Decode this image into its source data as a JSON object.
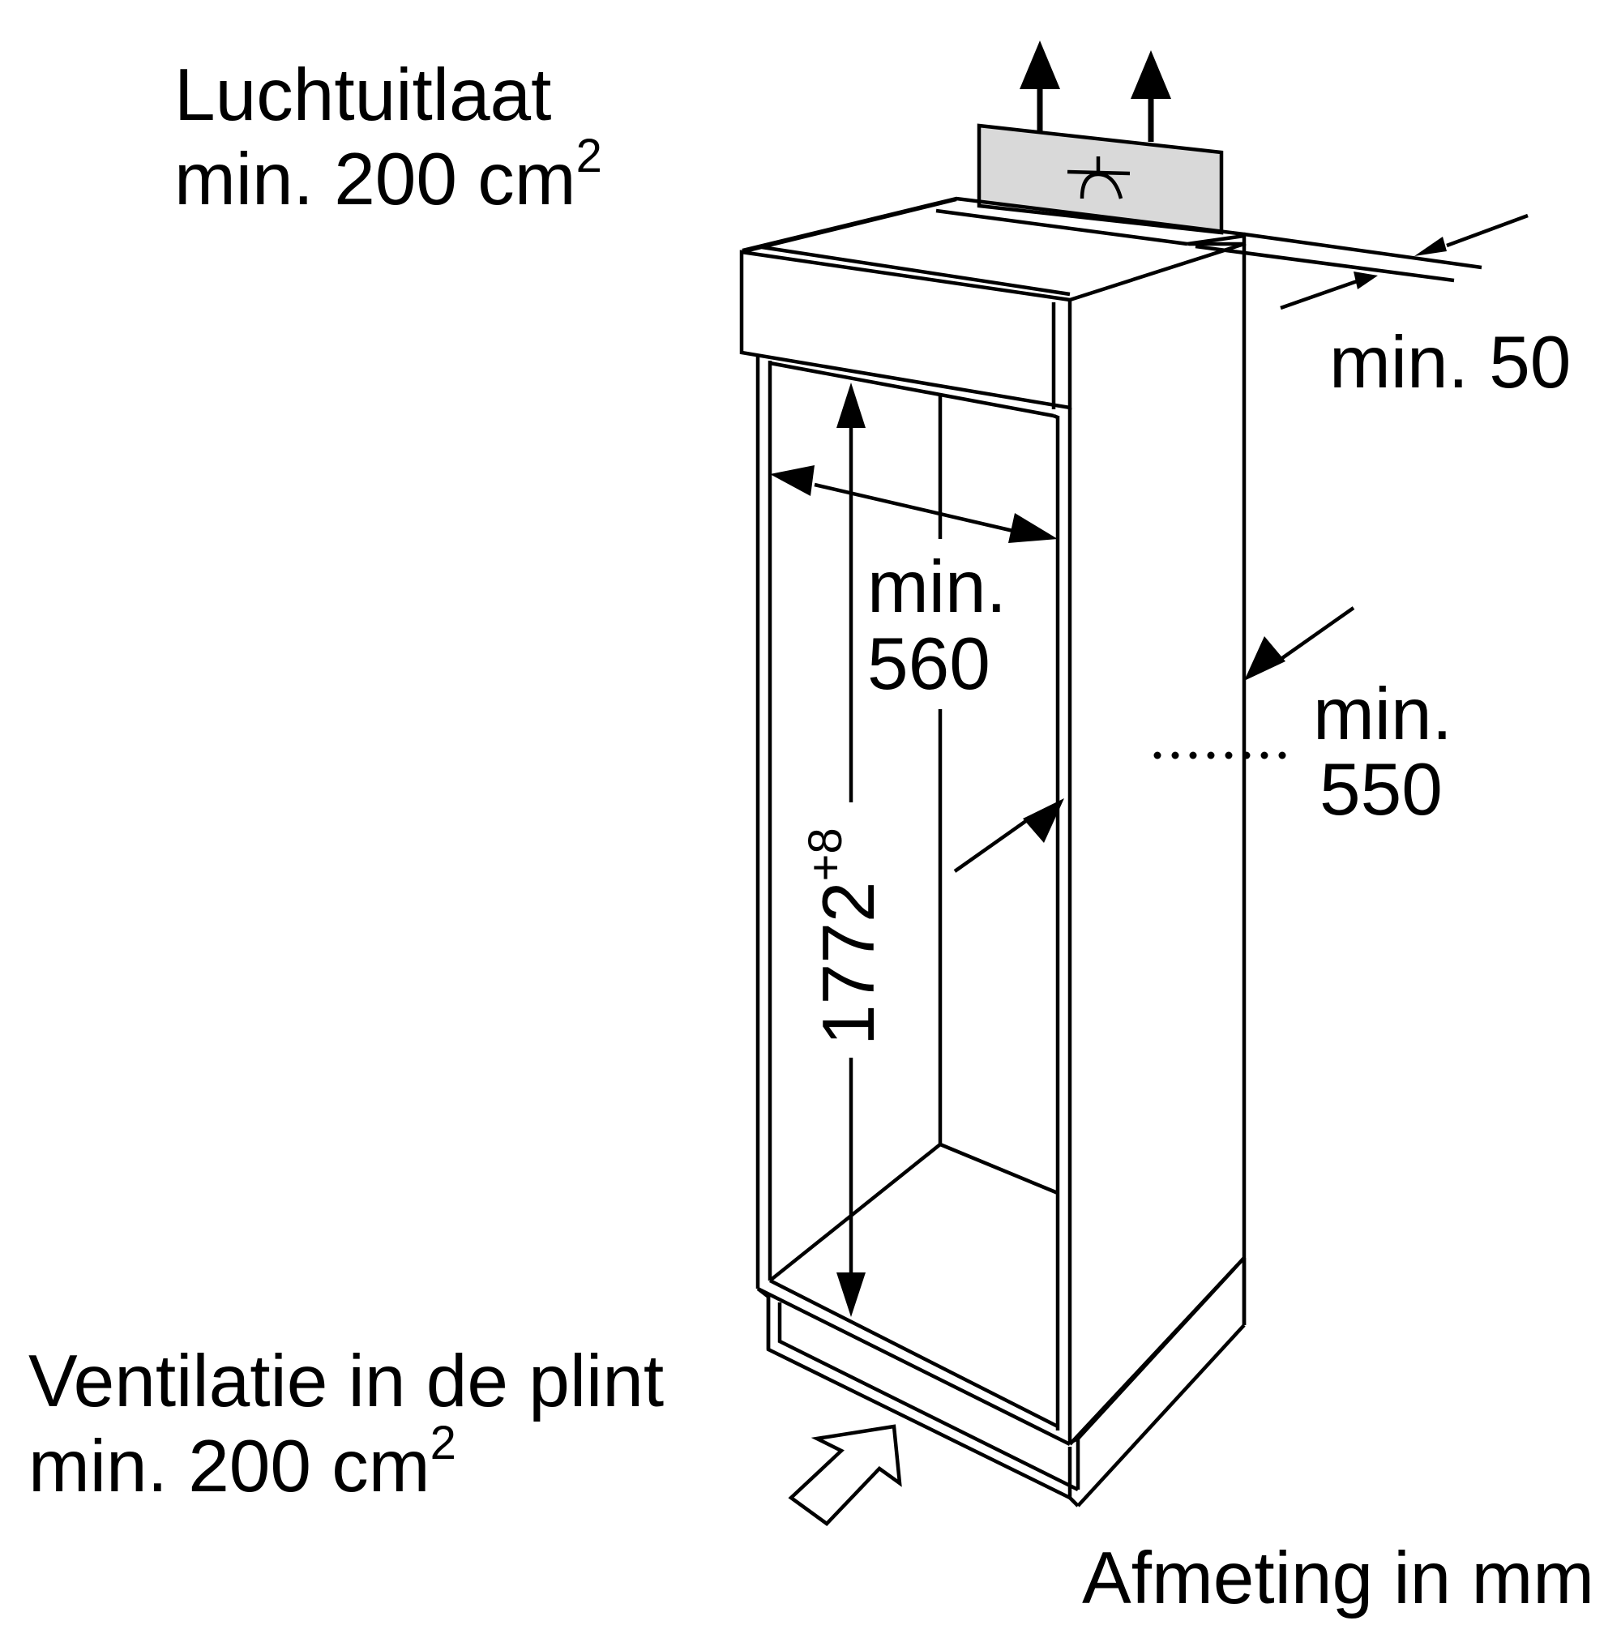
{
  "labels": {
    "air_outlet_title": "Luchtuitlaat",
    "air_outlet_value": "min. 200 cm",
    "air_outlet_exponent": "2",
    "gap_top": "min. 50",
    "niche_width_line1": "min.",
    "niche_width_line2": "560",
    "niche_depth_line1": "min.",
    "niche_depth_line2": "550",
    "niche_height": "1772",
    "niche_height_tolerance": "+8",
    "plinth_vent_title": "Ventilatie in de plint",
    "plinth_vent_value": "min. 200 cm",
    "plinth_vent_exponent": "2",
    "unit_note": "Afmeting in mm"
  },
  "colors": {
    "line": "#000000",
    "vent_grille_fill": "#d9d9d9",
    "background": "#ffffff"
  }
}
